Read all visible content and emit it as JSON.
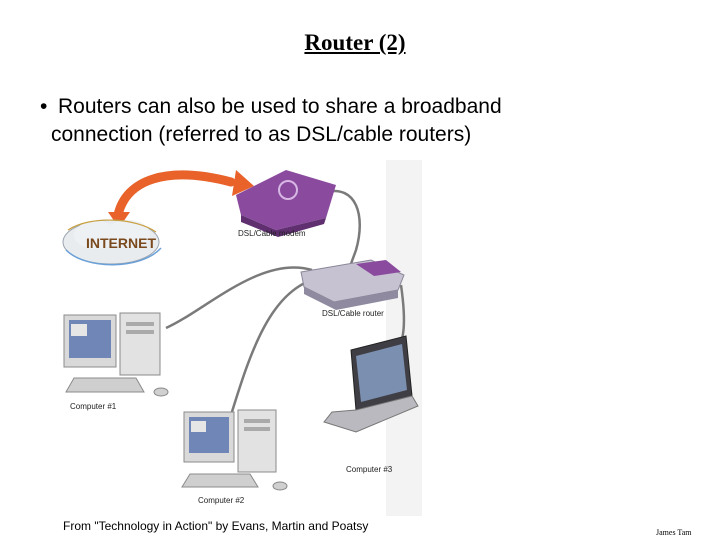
{
  "slide": {
    "title": "Router (2)",
    "bullet_marker": "•",
    "bullet_line1": "Routers can also be used to share a broadband",
    "bullet_line2": "connection (referred to as DSL/cable routers)",
    "caption": "From \"Technology in Action\" by Evans, Martin and Poatsy",
    "footer": "James Tam"
  },
  "figure": {
    "internet_label": "INTERNET",
    "modem_label": "DSL/Cable modem",
    "router_label": "DSL/Cable router",
    "computer1_label": "Computer #1",
    "computer2_label": "Computer #2",
    "computer3_label": "Computer #3",
    "colors": {
      "arrow": "#e8622a",
      "modem": "#8a4a9e",
      "router": "#b9b4c4",
      "cable": "#777777"
    }
  }
}
